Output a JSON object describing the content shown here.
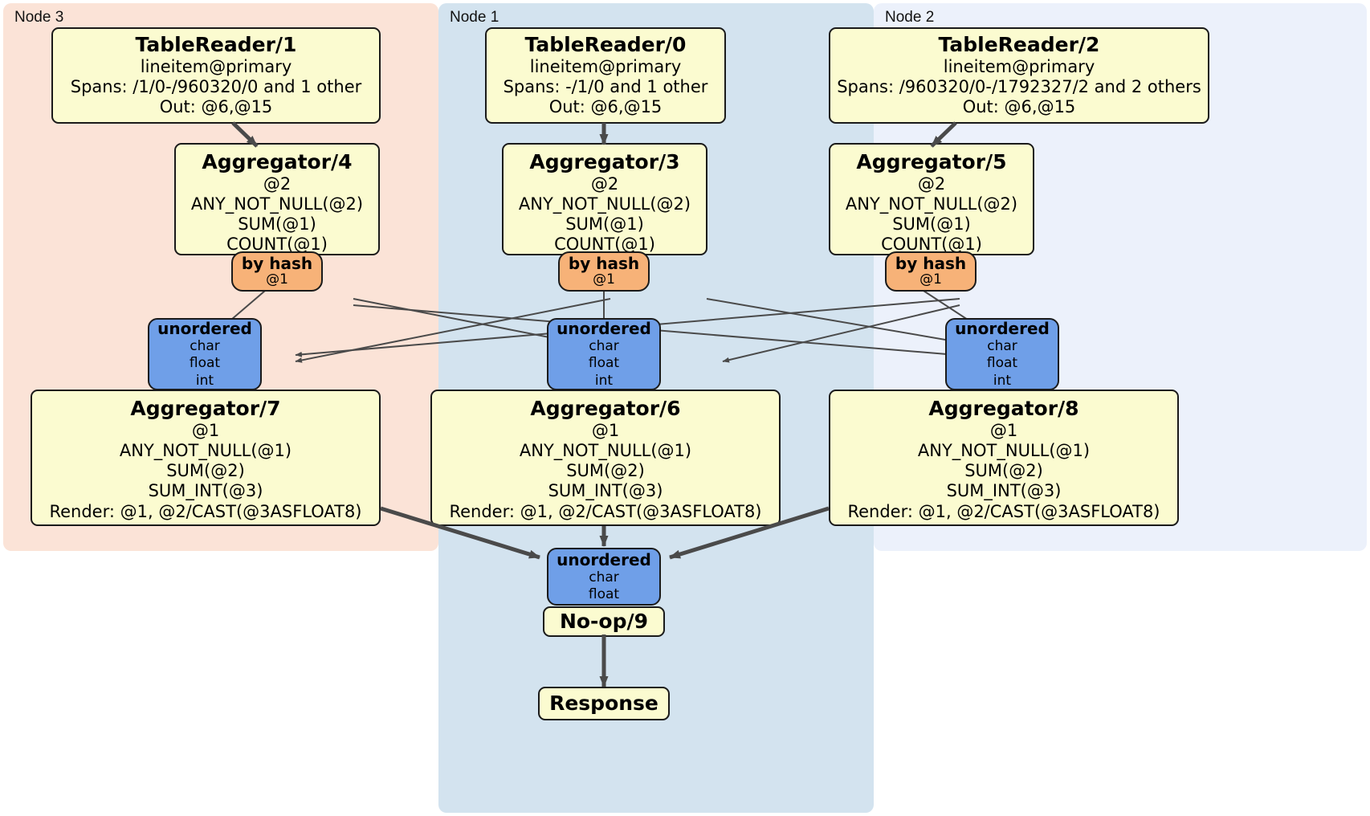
{
  "diagram": {
    "title": "Distributed query execution plan",
    "colors": {
      "node3_panel": "#fbe3d7",
      "node1_panel": "#d3e3ef",
      "node2_panel": "#ecf1fb",
      "processor_box": "#fbfbd0",
      "router_box": "#f7b278",
      "sync_box": "#6f9fe8",
      "edge": "#4a4a4a",
      "border": "#1a1a1a"
    }
  },
  "nodes": [
    {
      "id": "node3",
      "label": "Node 3"
    },
    {
      "id": "node1",
      "label": "Node 1"
    },
    {
      "id": "node2",
      "label": "Node 2"
    }
  ],
  "processors": {
    "table_reader_1": {
      "title": "TableReader/1",
      "lines": [
        "lineitem@primary",
        "Spans: /1/0-/960320/0 and 1 other",
        "Out: @6,@15"
      ]
    },
    "table_reader_0": {
      "title": "TableReader/0",
      "lines": [
        "lineitem@primary",
        "Spans: -/1/0 and 1 other",
        "Out: @6,@15"
      ]
    },
    "table_reader_2": {
      "title": "TableReader/2",
      "lines": [
        "lineitem@primary",
        "Spans: /960320/0-/1792327/2 and 2 others",
        "Out: @6,@15"
      ]
    },
    "aggregator_4": {
      "title": "Aggregator/4",
      "lines": [
        "@2",
        "ANY_NOT_NULL(@2)",
        "SUM(@1)",
        "COUNT(@1)"
      ]
    },
    "aggregator_3": {
      "title": "Aggregator/3",
      "lines": [
        "@2",
        "ANY_NOT_NULL(@2)",
        "SUM(@1)",
        "COUNT(@1)"
      ]
    },
    "aggregator_5": {
      "title": "Aggregator/5",
      "lines": [
        "@2",
        "ANY_NOT_NULL(@2)",
        "SUM(@1)",
        "COUNT(@1)"
      ]
    },
    "aggregator_7": {
      "title": "Aggregator/7",
      "lines": [
        "@1",
        "ANY_NOT_NULL(@1)",
        "SUM(@2)",
        "SUM_INT(@3)",
        "Render: @1, @2/CAST(@3ASFLOAT8)"
      ]
    },
    "aggregator_6": {
      "title": "Aggregator/6",
      "lines": [
        "@1",
        "ANY_NOT_NULL(@1)",
        "SUM(@2)",
        "SUM_INT(@3)",
        "Render: @1, @2/CAST(@3ASFLOAT8)"
      ]
    },
    "aggregator_8": {
      "title": "Aggregator/8",
      "lines": [
        "@1",
        "ANY_NOT_NULL(@1)",
        "SUM(@2)",
        "SUM_INT(@3)",
        "Render: @1, @2/CAST(@3ASFLOAT8)"
      ]
    },
    "noop_9": {
      "title": "No-op/9",
      "lines": []
    },
    "response": {
      "title": "Response",
      "lines": []
    }
  },
  "routers": {
    "by_hash_left": {
      "title": "by hash",
      "sub": "@1"
    },
    "by_hash_center": {
      "title": "by hash",
      "sub": "@1"
    },
    "by_hash_right": {
      "title": "by hash",
      "sub": "@1"
    }
  },
  "synchronizers": {
    "unordered_left": {
      "title": "unordered",
      "types": [
        "char",
        "float",
        "int"
      ]
    },
    "unordered_center": {
      "title": "unordered",
      "types": [
        "char",
        "float",
        "int"
      ]
    },
    "unordered_right": {
      "title": "unordered",
      "types": [
        "char",
        "float",
        "int"
      ]
    },
    "unordered_final": {
      "title": "unordered",
      "types": [
        "char",
        "float"
      ]
    }
  }
}
